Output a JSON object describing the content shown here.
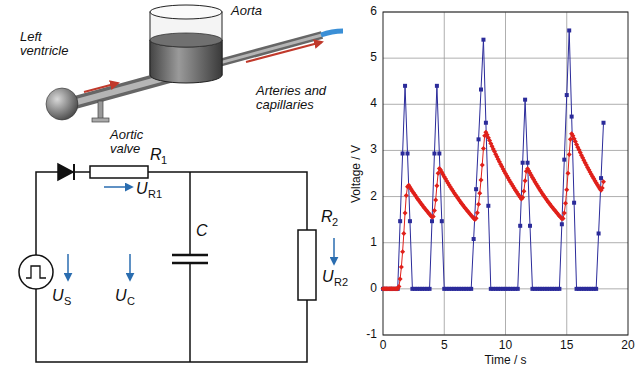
{
  "diagram": {
    "labels": [
      "Aorta",
      "Left ventricle",
      "Aortic valve",
      "Arteries and capillaries",
      "R",
      "1",
      "C",
      "R",
      "2",
      "U",
      "S",
      "U",
      "C",
      "U",
      "R1",
      "U",
      "R2",
      "6",
      "5",
      "4",
      "3",
      "2",
      "1",
      "0",
      "-1",
      "0",
      "5",
      "10",
      "15",
      "20",
      "Voltage / V",
      "Time / s"
    ]
  }
}
